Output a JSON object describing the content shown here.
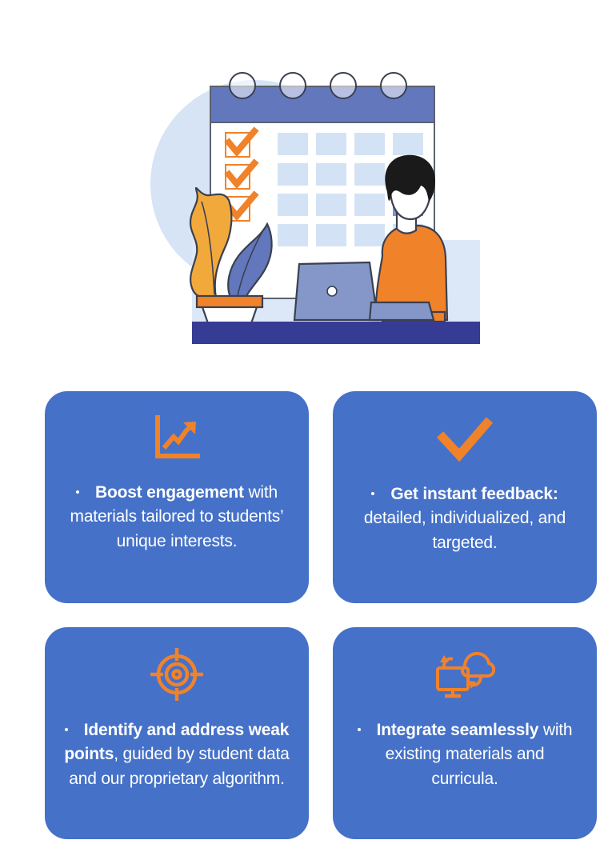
{
  "colors": {
    "card_blue": "#4571C8",
    "accent_orange": "#F0822A",
    "calendar_header_blue": "#6277BC",
    "desk_indigo": "#363C94",
    "backdrop_light_blue": "#D6E4F5",
    "grid_cell_blue": "#D3E3F5",
    "laptop_blue": "#8497C8",
    "leaf_yellow": "#F2A93B",
    "leaf_blue": "#6277BC",
    "hair_black": "#1A1A1A",
    "sweater_orange": "#F0822A",
    "white": "#FFFFFF"
  },
  "hero": {
    "name": "calendar-planning-illustration",
    "alt": "Person at laptop in front of a large wall calendar with orange checkmarks and a potted plant",
    "elements": {
      "backdrop_circle": "light-blue-circle",
      "calendar": {
        "rings": 4,
        "checkbox_rows": 3,
        "grid_columns": 4,
        "grid_rows": 4
      },
      "plant": "potted-plant",
      "person": "person-at-laptop",
      "laptop": "open-laptop",
      "desk": "desk-bar"
    }
  },
  "cards": [
    {
      "id": "boost-engagement",
      "icon": "growth-chart-icon",
      "bullet": "•",
      "lead": "Boost engagement",
      "rest": " with materials tailored to students’ unique interests."
    },
    {
      "id": "instant-feedback",
      "icon": "checkmark-icon",
      "bullet": "•",
      "lead": "Get instant feedback:",
      "rest": " detailed, individualized, and targeted."
    },
    {
      "id": "weak-points",
      "icon": "target-icon",
      "bullet": "•",
      "lead": "Identify and address weak points",
      "rest": ", guided by student data and our proprietary algorithm."
    },
    {
      "id": "integrate-seamlessly",
      "icon": "cloud-sync-monitor-icon",
      "bullet": "•",
      "lead": "Integrate seamlessly",
      "rest": " with existing materials and curricula."
    }
  ]
}
